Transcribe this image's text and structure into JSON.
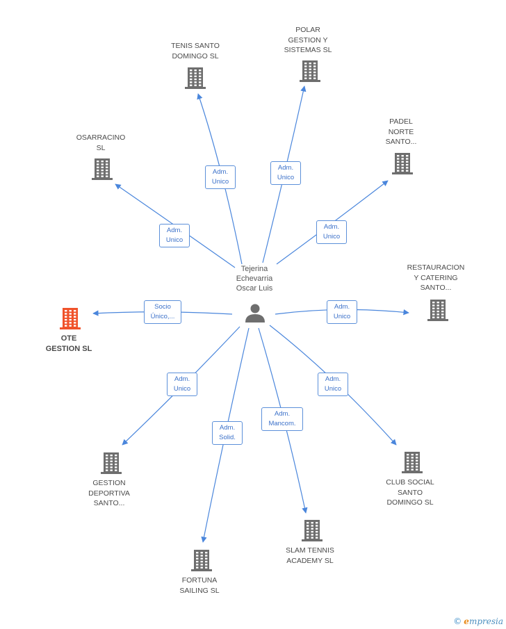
{
  "center": {
    "name": "Tejerina\nEchevarria\nOscar Luis"
  },
  "nodes": [
    {
      "id": "tenis",
      "label": "TENIS SANTO\nDOMINGO SL",
      "relation": "Adm.\nUnico",
      "highlight": false
    },
    {
      "id": "polar",
      "label": "POLAR\nGESTION Y\nSISTEMAS  SL",
      "relation": "Adm.\nUnico",
      "highlight": false
    },
    {
      "id": "padel",
      "label": "PADEL\nNORTE\nSANTO...",
      "relation": "Adm.\nUnico",
      "highlight": false
    },
    {
      "id": "osarracino",
      "label": "OSARRACINO\nSL",
      "relation": "Adm.\nUnico",
      "highlight": false
    },
    {
      "id": "restauracion",
      "label": "RESTAURACION\nY CATERING\nSANTO...",
      "relation": "Adm.\nUnico",
      "highlight": false
    },
    {
      "id": "ote",
      "label": "OTE\nGESTION SL",
      "relation": "Socio\nÚnico,...",
      "highlight": true
    },
    {
      "id": "gestion",
      "label": "GESTION\nDEPORTIVA\nSANTO...",
      "relation": "Adm.\nUnico",
      "highlight": false
    },
    {
      "id": "fortuna",
      "label": "FORTUNA\nSAILING SL",
      "relation": "Adm.\nSolid.",
      "highlight": false
    },
    {
      "id": "slam",
      "label": "SLAM TENNIS\nACADEMY SL",
      "relation": "Adm.\nMancom.",
      "highlight": false
    },
    {
      "id": "club",
      "label": "CLUB SOCIAL\nSANTO\nDOMINGO SL",
      "relation": "Adm.\nUnico",
      "highlight": false
    }
  ],
  "footer": {
    "copyright": "©",
    "brand_initial": "e",
    "brand_rest": "mpresia"
  },
  "colors": {
    "edge": "#4a86dc",
    "building": "#6e6e6e",
    "building_highlight": "#f0522a",
    "person": "#6e6e6e"
  }
}
